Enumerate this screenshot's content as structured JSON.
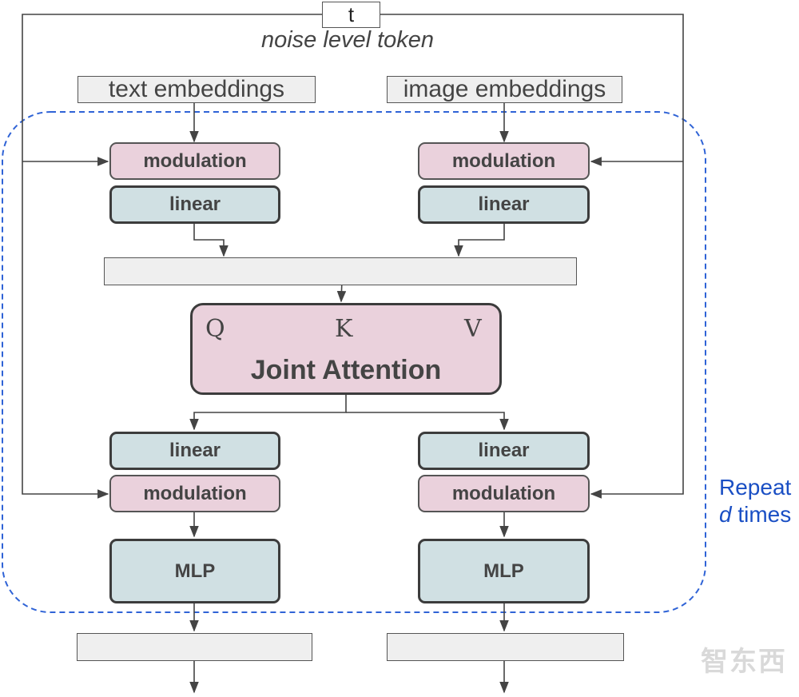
{
  "diagram": {
    "t_label": "t",
    "noise_label": "noise level token",
    "text_embeddings": "text embeddings",
    "image_embeddings": "image embeddings",
    "modulation_label": "modulation",
    "linear_label": "linear",
    "mlp_label": "MLP",
    "joint_attention_title": "Joint Attention",
    "q_label": "Q",
    "k_label": "K",
    "v_label": "V",
    "repeat_prefix": "Repeat",
    "repeat_var": "d",
    "repeat_suffix": " times"
  },
  "watermark": "智东西",
  "colors": {
    "pink_block": "#ead1dc",
    "teal_block": "#d0e0e3",
    "plain_block": "#efefef",
    "repeat_border": "#2f63d6",
    "repeat_text": "#1a4fc4"
  }
}
